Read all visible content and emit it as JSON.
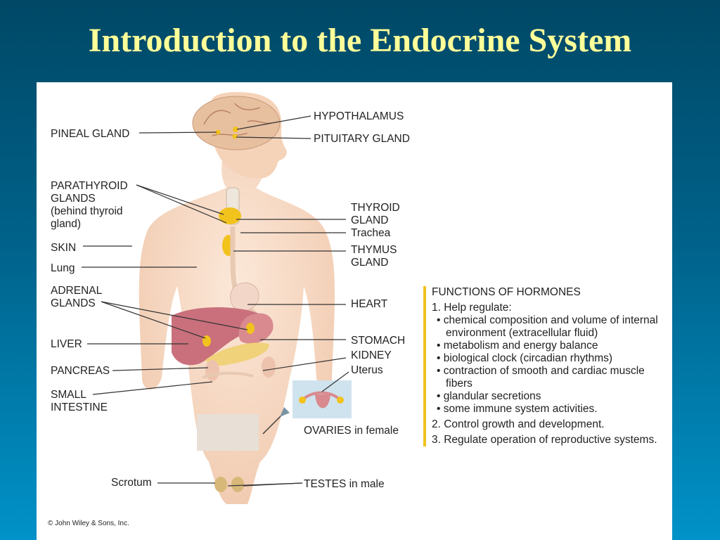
{
  "slide": {
    "title": "Introduction to the Endocrine System"
  },
  "colors": {
    "background_top": "#004866",
    "background_bottom": "#0092c8",
    "title": "#ffff99",
    "panel": "#ffffff",
    "accent_bar": "#f2c21d"
  },
  "labels": {
    "pineal_gland": "PINEAL GLAND",
    "hypothalamus": "HYPOTHALAMUS",
    "pituitary_gland": "PITUITARY GLAND",
    "parathyroid_l1": "PARATHYROID",
    "parathyroid_l2": "GLANDS",
    "parathyroid_l3": "(behind thyroid",
    "parathyroid_l4": "gland)",
    "thyroid_l1": "THYROID",
    "thyroid_l2": "GLAND",
    "trachea": "Trachea",
    "skin": "SKIN",
    "thymus_l1": "THYMUS",
    "thymus_l2": "GLAND",
    "lung": "Lung",
    "adrenal_l1": "ADRENAL",
    "adrenal_l2": "GLANDS",
    "heart": "HEART",
    "liver": "LIVER",
    "stomach": "STOMACH",
    "kidney": "KIDNEY",
    "pancreas": "PANCREAS",
    "uterus": "Uterus",
    "small_intestine_l1": "SMALL",
    "small_intestine_l2": "INTESTINE",
    "ovaries": "OVARIES in female",
    "scrotum": "Scrotum",
    "testes": "TESTES in male"
  },
  "functions": {
    "heading": "FUNCTIONS OF HORMONES",
    "item1": "1. Help regulate:",
    "item1_bullets": [
      "• chemical composition and volume of internal environment (extracellular fluid)",
      "• metabolism and energy balance",
      "• biological clock (circadian rhythms)",
      "• contraction of smooth and cardiac muscle fibers",
      "• glandular secretions",
      "• some immune system activities."
    ],
    "item2": "2. Control growth and development.",
    "item3": "3. Regulate operation of reproductive systems."
  },
  "copyright": "© John Wiley & Sons, Inc."
}
